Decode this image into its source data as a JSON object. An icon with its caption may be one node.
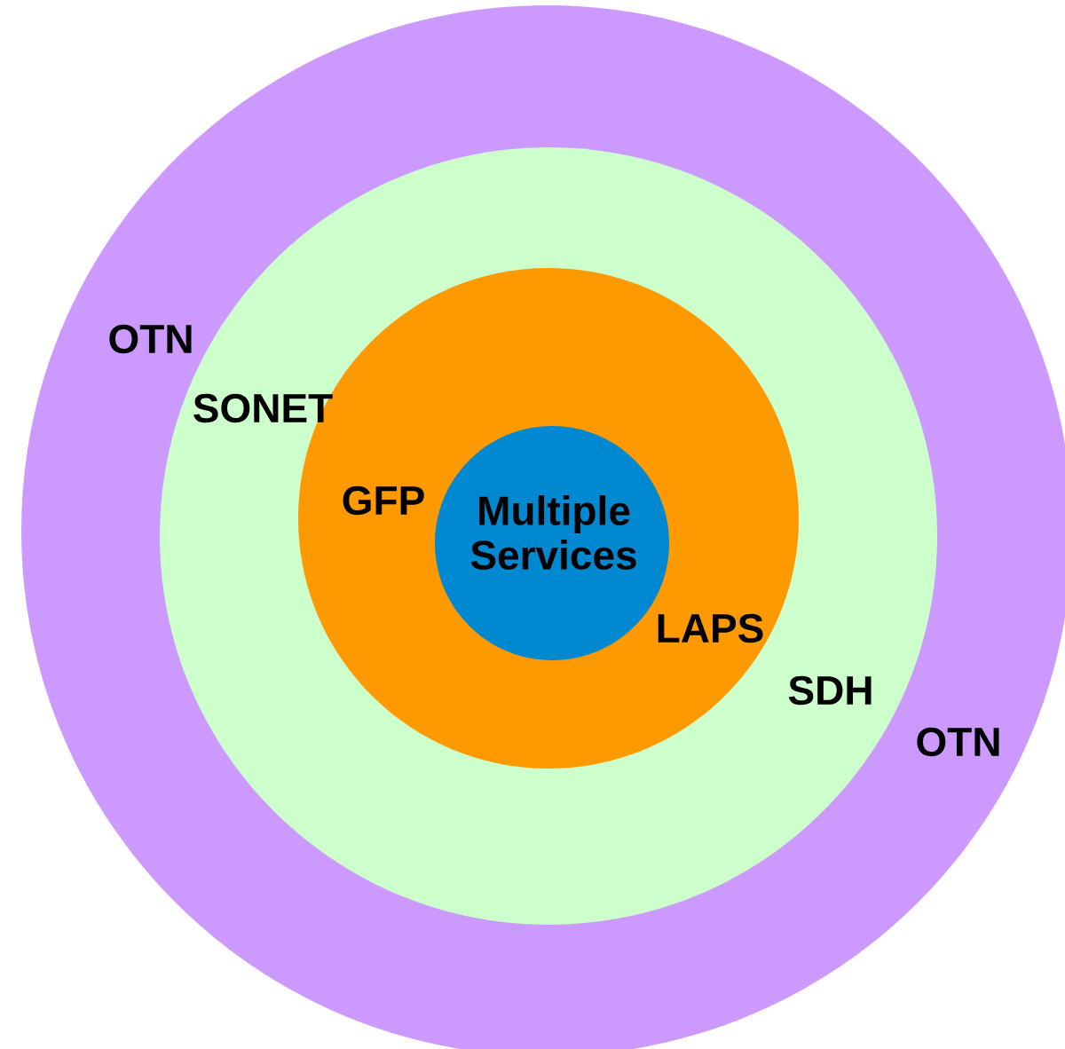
{
  "diagram": {
    "nodes": [
      {
        "text": [
          "OTN",
          "OTN"
        ]
      },
      {
        "text": [
          "SONET",
          "SDH"
        ],
        "in": 0
      },
      {
        "text": [
          "GFP",
          "LAPS"
        ],
        "in": 1
      },
      {
        "text": [
          "Multiple Services"
        ],
        "in": 2
      }
    ]
  }
}
